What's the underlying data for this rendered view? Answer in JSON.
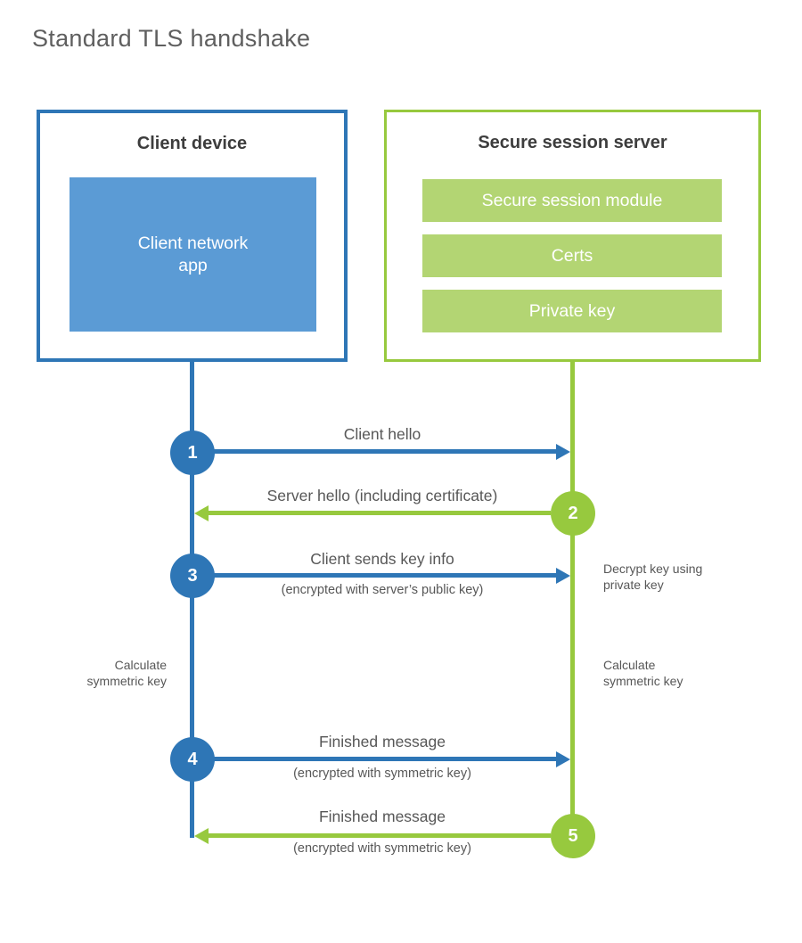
{
  "title": "Standard TLS handshake",
  "colors": {
    "blue": "#2e76b6",
    "blue_fill": "#5b9bd5",
    "green": "#97c93e",
    "green_fill": "#b3d573"
  },
  "client_box": {
    "title": "Client device",
    "app_label": "Client network\napp"
  },
  "server_box": {
    "title": "Secure session server",
    "modules": [
      "Secure session module",
      "Certs",
      "Private key"
    ]
  },
  "steps": [
    {
      "num": "1",
      "label": "Client hello",
      "direction": "client-to-server",
      "color": "blue"
    },
    {
      "num": "2",
      "label": "Server hello (including certificate)",
      "direction": "server-to-client",
      "color": "green"
    },
    {
      "num": "3",
      "label": "Client sends key info",
      "sub": "(encrypted with server’s public key)",
      "direction": "client-to-server",
      "color": "blue"
    },
    {
      "num": "4",
      "label": "Finished message",
      "sub": "(encrypted with symmetric key)",
      "direction": "client-to-server",
      "color": "blue"
    },
    {
      "num": "5",
      "label": "Finished message",
      "sub": "(encrypted with symmetric key)",
      "direction": "server-to-client",
      "color": "green"
    }
  ],
  "side_notes": {
    "decrypt": "Decrypt key using\nprivate key",
    "calculate_left": "Calculate\nsymmetric key",
    "calculate_right": "Calculate\nsymmetric key"
  }
}
